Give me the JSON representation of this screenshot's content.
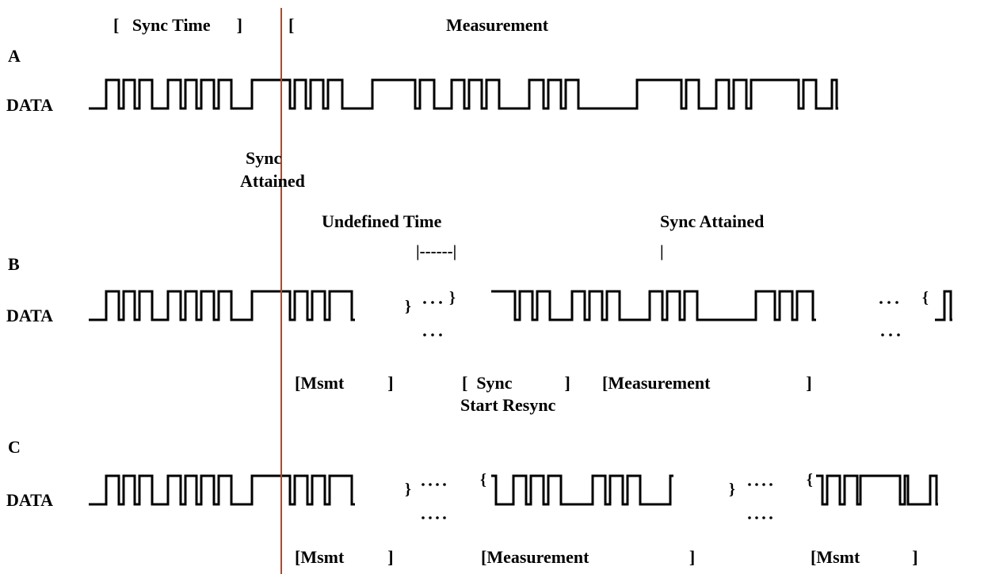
{
  "header": {
    "sync_time_label": "[   Sync Time      ]",
    "measurement_open": "[",
    "measurement_label": "Measurement"
  },
  "rows": {
    "a": {
      "letter": "A",
      "data_label": "DATA"
    },
    "b": {
      "letter": "B",
      "data_label": "DATA"
    },
    "c": {
      "letter": "C",
      "data_label": "DATA"
    }
  },
  "annotations": {
    "sync_attained_line1": "Sync",
    "sync_attained_line2": "Attained",
    "undefined_time": "Undefined Time",
    "undefined_time_bracket": "|------|",
    "sync_attained_b": "Sync Attained",
    "sync_attained_b_tick": "|"
  },
  "b_spans": {
    "msmt": "[Msmt          ]",
    "sync": "[  Sync            ]",
    "measurement": "[Measurement                      ]",
    "start_resync": "Start Resync"
  },
  "c_spans": {
    "msmt_1": "[Msmt          ]",
    "measurement": "[Measurement                       ]",
    "msmt_2": "[Msmt            ]"
  },
  "colors": {
    "sync_marker": "#c0421d",
    "signal": "#000000"
  }
}
